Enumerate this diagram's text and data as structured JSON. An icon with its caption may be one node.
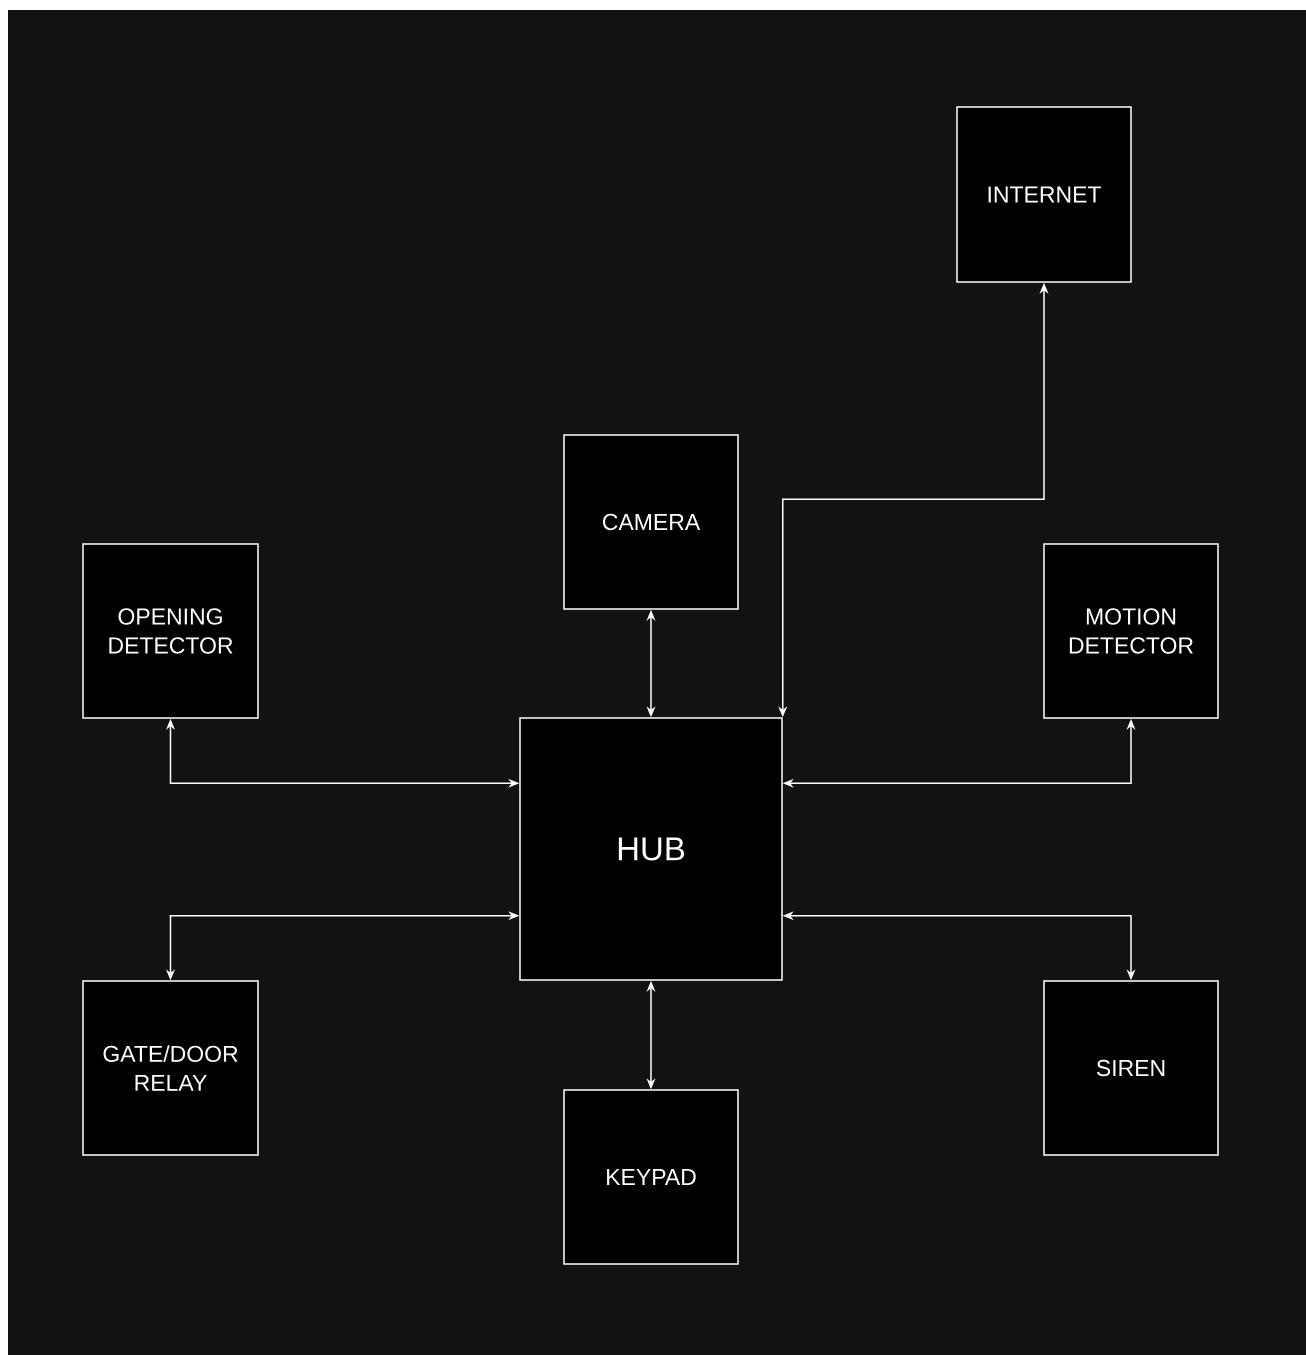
{
  "diagram": {
    "nodes": [
      {
        "text": [
          "INTERNET"
        ]
      },
      {
        "text": [
          "CAMERA"
        ]
      },
      {
        "text": [
          "OPENING DETECTOR"
        ]
      },
      {
        "text": [
          "MOTION DETECTOR"
        ]
      },
      {
        "text": [
          "HUB"
        ]
      },
      {
        "text": [
          "GATE/DOOR RELAY"
        ]
      },
      {
        "text": [
          "SIREN"
        ]
      },
      {
        "text": [
          "KEYPAD"
        ]
      }
    ],
    "edges": [
      {
        "from": 4,
        "to": 0,
        "arrow": "both"
      },
      {
        "from": 1,
        "to": 4,
        "arrow": "both"
      },
      {
        "from": 2,
        "to": 4,
        "arrow": "both"
      },
      {
        "from": 3,
        "to": 4,
        "arrow": "both"
      },
      {
        "from": 5,
        "to": 4,
        "arrow": "both"
      },
      {
        "from": 6,
        "to": 4,
        "arrow": "both"
      },
      {
        "from": 7,
        "to": 4,
        "arrow": "both"
      }
    ]
  }
}
